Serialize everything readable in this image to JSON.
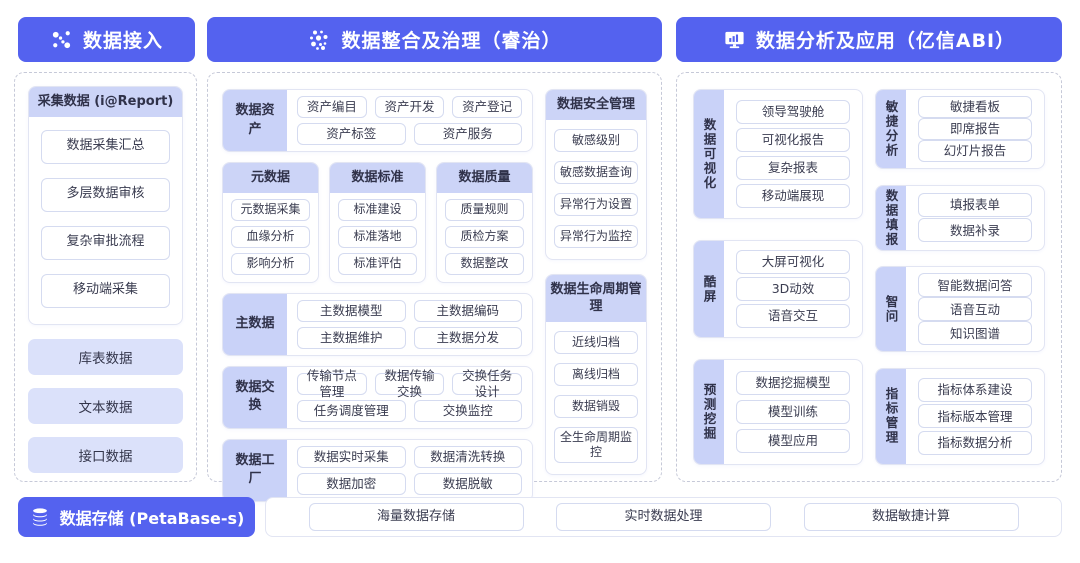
{
  "colors": {
    "primary": "#5462EF",
    "band_fill": "#C9D2F8",
    "chip_fill": "#DBE1FA",
    "card_border": "#E2E5F3",
    "pill_border": "#D5DBF0",
    "text": "#3A3C50"
  },
  "headers": {
    "access": "数据接入",
    "governance": "数据整合及治理（睿治）",
    "analysis": "数据分析及应用（亿信ABI）"
  },
  "icons": {
    "access": "network-dots-icon",
    "governance": "dot-cluster-icon",
    "analysis": "monitor-chart-icon",
    "storage": "database-icon"
  },
  "access": {
    "report": {
      "title": "采集数据 (i@Report)",
      "items": [
        "数据采集汇总",
        "多层数据审核",
        "复杂审批流程",
        "移动端采集"
      ]
    },
    "sources": [
      "库表数据",
      "文本数据",
      "接口数据"
    ]
  },
  "governance": {
    "asset": {
      "label": "数据资产",
      "rows": [
        [
          "资产编目",
          "资产开发",
          "资产登记"
        ],
        [
          "资产标签",
          "资产服务"
        ]
      ]
    },
    "meta": [
      {
        "title": "元数据",
        "items": [
          "元数据采集",
          "血缘分析",
          "影响分析"
        ]
      },
      {
        "title": "数据标准",
        "items": [
          "标准建设",
          "标准落地",
          "标准评估"
        ]
      },
      {
        "title": "数据质量",
        "items": [
          "质量规则",
          "质检方案",
          "数据整改"
        ]
      }
    ],
    "master": {
      "label": "主数据",
      "rows": [
        [
          "主数据模型",
          "主数据编码"
        ],
        [
          "主数据维护",
          "主数据分发"
        ]
      ]
    },
    "exchange": {
      "label": "数据交换",
      "rows": [
        [
          "传输节点管理",
          "数据传输交换",
          "交换任务设计"
        ],
        [
          "任务调度管理",
          "交换监控"
        ]
      ]
    },
    "factory": {
      "label": "数据工厂",
      "rows": [
        [
          "数据实时采集",
          "数据清洗转换"
        ],
        [
          "数据加密",
          "数据脱敏"
        ]
      ]
    },
    "security": {
      "title": "数据安全管理",
      "items": [
        "敏感级别",
        "敏感数据查询",
        "异常行为设置",
        "异常行为监控"
      ]
    },
    "lifecycle": {
      "title": "数据生命周期管理",
      "items": [
        "近线归档",
        "离线归档",
        "数据销毁",
        "全生命周期监控"
      ]
    }
  },
  "analysis": {
    "left": [
      {
        "label": "数据可视化",
        "items": [
          "领导驾驶舱",
          "可视化报告",
          "复杂报表",
          "移动端展现"
        ]
      },
      {
        "label": "酷屏",
        "items": [
          "大屏可视化",
          "3D动效",
          "语音交互"
        ]
      },
      {
        "label": "预测挖掘",
        "items": [
          "数据挖掘模型",
          "模型训练",
          "模型应用"
        ]
      }
    ],
    "right": [
      {
        "label": "敏捷分析",
        "items": [
          "敏捷看板",
          "即席报告",
          "幻灯片报告"
        ]
      },
      {
        "label": "数据填报",
        "items": [
          "填报表单",
          "数据补录"
        ]
      },
      {
        "label": "智问",
        "items": [
          "智能数据问答",
          "语音互动",
          "知识图谱"
        ]
      },
      {
        "label": "指标管理",
        "items": [
          "指标体系建设",
          "指标版本管理",
          "指标数据分析"
        ]
      }
    ]
  },
  "storage": {
    "label": "数据存储 (PetaBase-s)",
    "items": [
      "海量数据存储",
      "实时数据处理",
      "数据敏捷计算"
    ]
  }
}
